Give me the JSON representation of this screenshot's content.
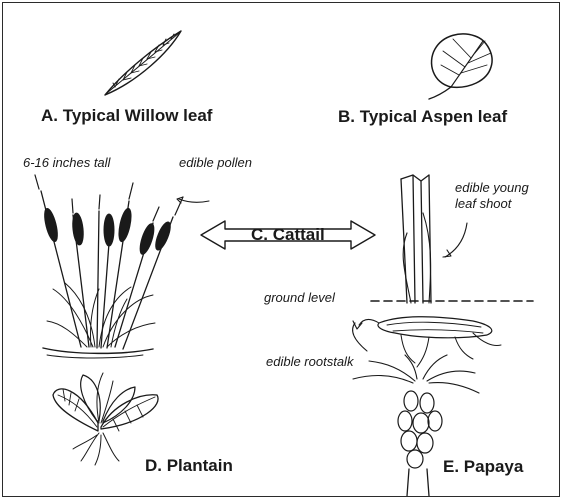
{
  "captions": {
    "willow": "A. Typical Willow leaf",
    "aspen": "B. Typical Aspen leaf",
    "cattail": "C. Cattail",
    "plantain": "D. Plantain",
    "papaya": "E. Papaya"
  },
  "annotations": {
    "height": "6-16 inches tall",
    "pollen": "edible pollen",
    "shoot_line1": "edible young",
    "shoot_line2": "leaf shoot",
    "ground": "ground level",
    "rootstalk": "edible rootstalk"
  },
  "colors": {
    "ink": "#1a1a1a",
    "background": "#ffffff"
  }
}
